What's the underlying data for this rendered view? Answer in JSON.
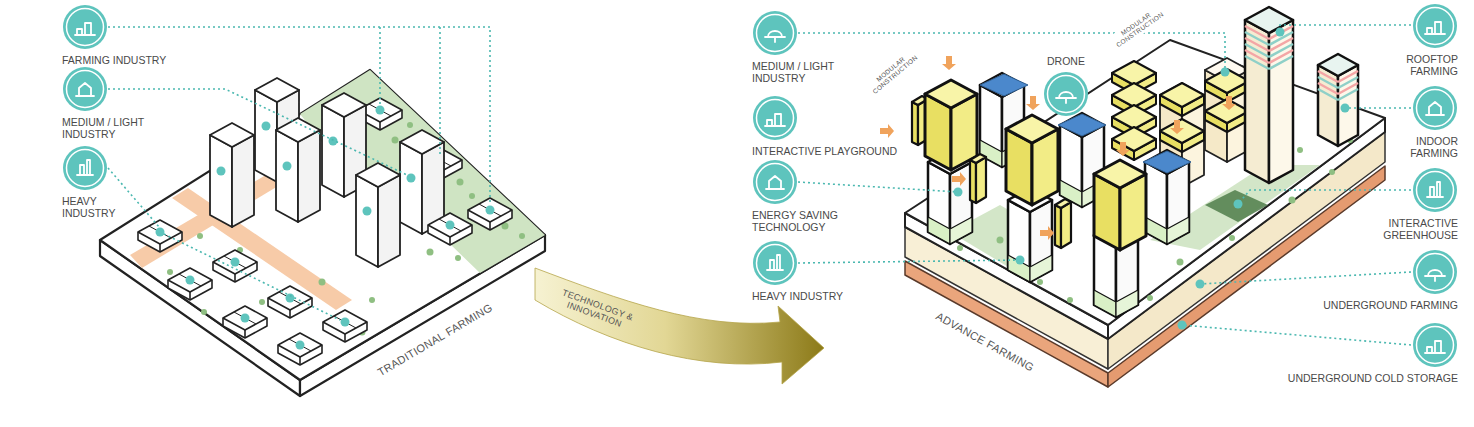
{
  "diagram": {
    "nodes": [
      {
        "text": [
          "FARMING INDUSTRY"
        ]
      },
      {
        "text": [
          "MEDIUM / LIGHT INDUSTRY"
        ]
      },
      {
        "text": [
          "HEAVY INDUSTRY"
        ]
      },
      {
        "text": [
          "MEDIUM / LIGHT INDUSTRY"
        ]
      },
      {
        "text": [
          "INTERACTIVE PLAYGROUND"
        ]
      },
      {
        "text": [
          "ENERGY SAVING TECHNOLOGY"
        ]
      },
      {
        "text": [
          "HEAVY INDUSTRY"
        ]
      },
      {
        "text": [
          "DRONE"
        ]
      },
      {
        "text": [
          "ROOFTOP FARMING"
        ]
      },
      {
        "text": [
          "INDOOR FARMING"
        ]
      },
      {
        "text": [
          "INTERACTIVE GREENHOUSE"
        ]
      },
      {
        "text": [
          "UNDERGROUND FARMING"
        ]
      },
      {
        "text": [
          "UNDERGROUND COLD STORAGE"
        ]
      }
    ],
    "labels": [
      "TRADITIONAL FARMING",
      "TECHNOLOGY & INNOVATION",
      "MODULAR CONSTRUCTION",
      "MODULAR CONSTRUCTION",
      "ADVANCE FARMING"
    ]
  }
}
